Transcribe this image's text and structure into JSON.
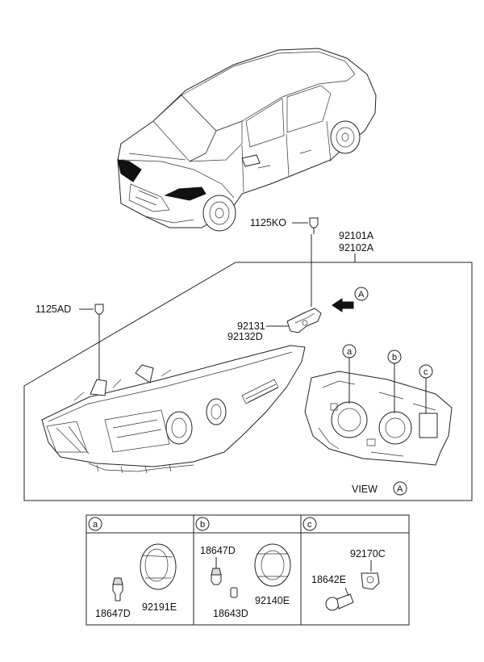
{
  "labels": {
    "bolt_top": "1125KO",
    "assembly_left": "92101A",
    "assembly_right": "92102A",
    "bolt_left": "1125AD",
    "socket_left": "92131",
    "socket_right": "92132D",
    "view_label": "VIEW",
    "view_marker": "A",
    "arrow_marker": "A"
  },
  "callouts": {
    "a": "a",
    "b": "b",
    "c": "c"
  },
  "detail_panels": {
    "a": {
      "tag": "a",
      "bulb": "18647D",
      "cap": "92191E"
    },
    "b": {
      "tag": "b",
      "bulb": "18647D",
      "bulb2": "18643D",
      "cap": "92140E"
    },
    "c": {
      "tag": "c",
      "socket": "92170C",
      "bulb": "18642E"
    }
  },
  "colors": {
    "line": "#222222",
    "fill_dark": "#111111"
  }
}
